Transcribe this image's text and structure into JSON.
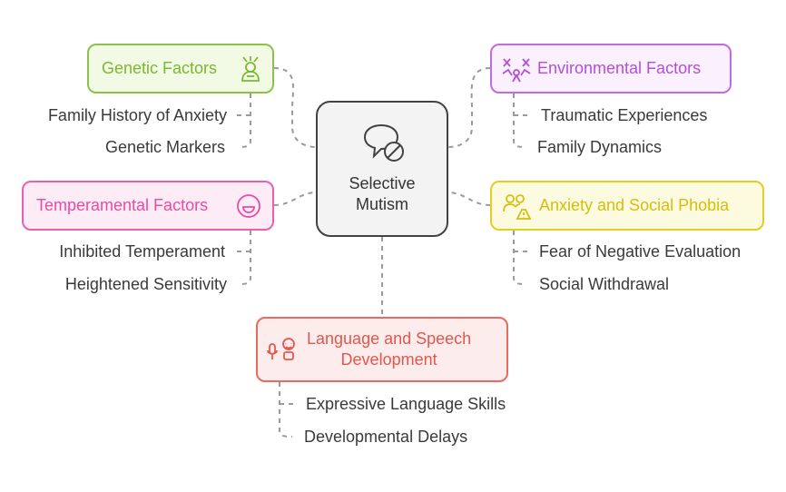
{
  "center": {
    "line1": "Selective",
    "line2": "Mutism",
    "icon": "speech-bubble-blocked-icon"
  },
  "nodes": {
    "genetic": {
      "title": "Genetic Factors",
      "icon": "dna-person-icon",
      "color": "#7cb82f",
      "bg": "#f2f9e5",
      "items": [
        "Family History of Anxiety",
        "Genetic Markers"
      ]
    },
    "environmental": {
      "title": "Environmental Factors",
      "icon": "environment-stress-icon",
      "color": "#b44fd6",
      "bg": "#fbf0fd",
      "items": [
        "Traumatic Experiences",
        "Family Dynamics"
      ]
    },
    "temperamental": {
      "title": "Temperamental Factors",
      "icon": "face-icon",
      "color": "#e94ba4",
      "bg": "#fdecf6",
      "items": [
        "Inhibited Temperament",
        "Heightened Sensitivity"
      ]
    },
    "anxiety": {
      "title": "Anxiety and Social Phobia",
      "icon": "people-warning-icon",
      "color": "#d8bd0f",
      "bg": "#fdfbdf",
      "items": [
        "Fear of Negative Evaluation",
        "Social Withdrawal"
      ]
    },
    "language": {
      "title_line1": "Language and Speech",
      "title_line2": "Development",
      "icon": "speech-therapy-icon",
      "color": "#e2574c",
      "bg": "#fdecec",
      "items": [
        "Expressive Language Skills",
        "Developmental Delays"
      ]
    }
  }
}
